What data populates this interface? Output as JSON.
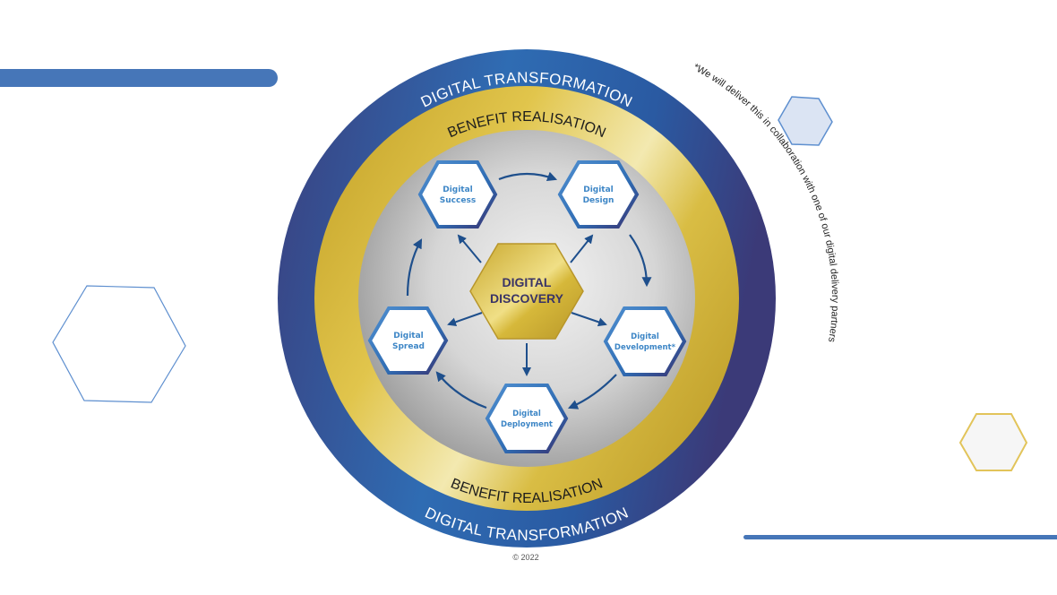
{
  "diagram": {
    "outer_ring_label": "DIGITAL TRANSFORMATION",
    "middle_ring_label": "BENEFIT REALISATION",
    "center": {
      "line1": "DIGITAL",
      "line2": "DISCOVERY"
    },
    "stages": [
      {
        "id": "success",
        "line1": "Digital",
        "line2": "Success"
      },
      {
        "id": "design",
        "line1": "Digital",
        "line2": "Design"
      },
      {
        "id": "development",
        "line1": "Digital",
        "line2": "Development*"
      },
      {
        "id": "deployment",
        "line1": "Digital",
        "line2": "Deployment"
      },
      {
        "id": "spread",
        "line1": "Digital",
        "line2": "Spread"
      }
    ],
    "cycle_order": [
      "success",
      "design",
      "development",
      "deployment",
      "spread"
    ],
    "footnote": "*We will deliver this in collaboration with one of our digital delivery partners",
    "copyright": "© 2022"
  },
  "colors": {
    "outer_ring_blue": "#2f6cb3",
    "outer_ring_navy": "#3a3f7e",
    "gold": "#d4b53a",
    "gold_light": "#f3e9b0",
    "silver": "#c8c8c8",
    "arrow": "#1e4f8c",
    "stage_text": "#3d86c6",
    "center_text": "#3a3466",
    "deco_blue": "#4676b8",
    "deco_gold": "#e2c45a"
  }
}
